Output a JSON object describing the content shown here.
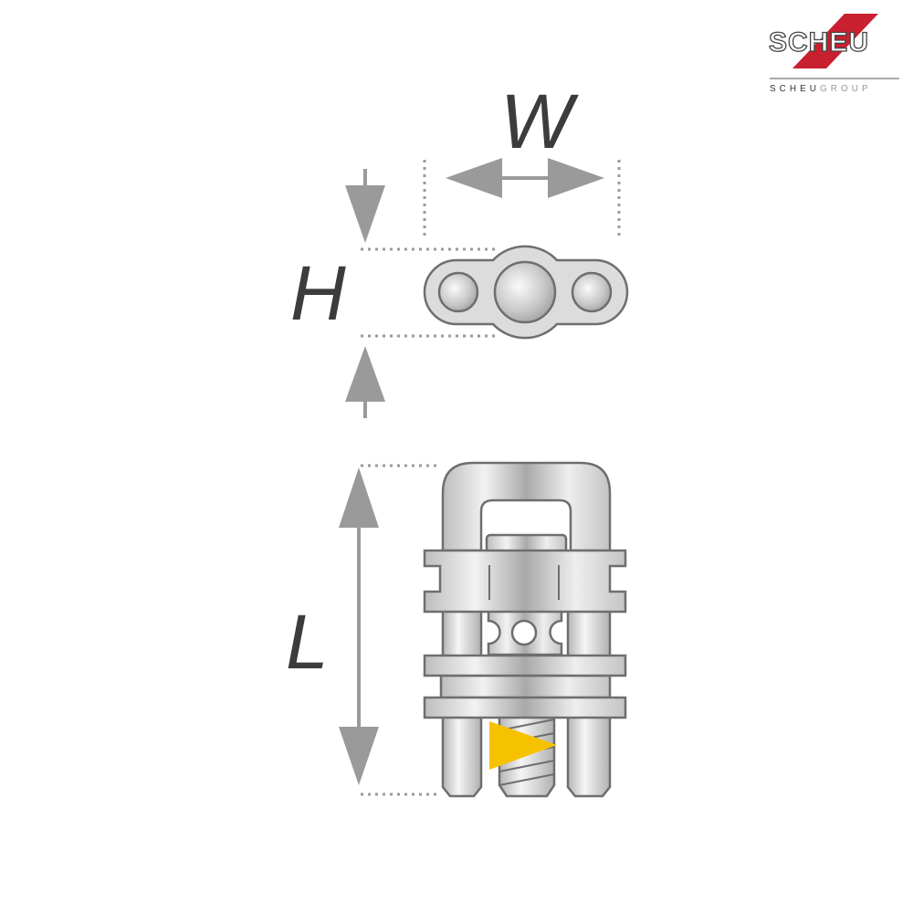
{
  "logo": {
    "brand": "SCHEU",
    "group_a": "SCHEU",
    "group_b": "GROUP",
    "red": "#c8202f"
  },
  "dimensions": {
    "width_label": "W",
    "height_label": "H",
    "length_label": "L"
  },
  "colors": {
    "metal": "#d4d4d4",
    "outline": "#6e6e6e",
    "arrow": "#9a9a9a",
    "indicator": "#f6c200"
  }
}
